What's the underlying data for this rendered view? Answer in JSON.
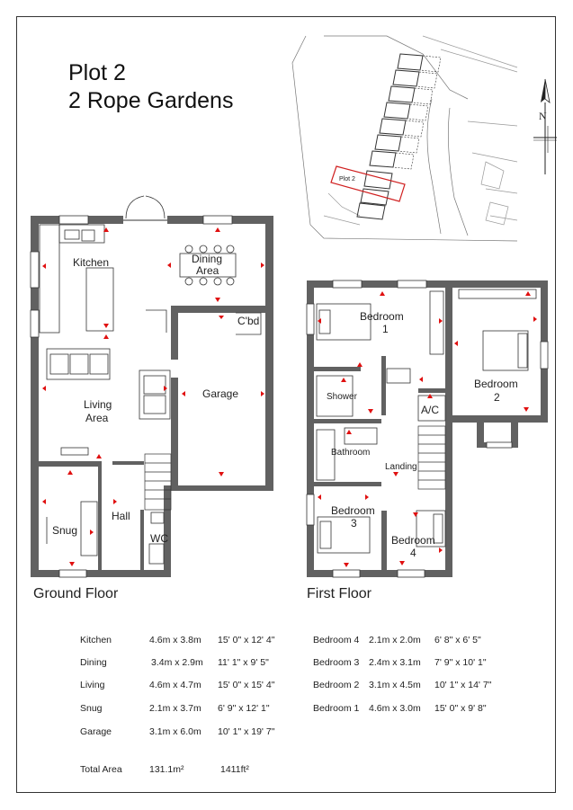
{
  "title": {
    "plot": "Plot 2",
    "address": "2 Rope Gardens"
  },
  "site_plan": {
    "plot_label": "Plot 2",
    "north_label": "N"
  },
  "ground_floor": {
    "label": "Ground Floor",
    "rooms": {
      "kitchen": "Kitchen",
      "dining_1": "Dining",
      "dining_2": "Area",
      "cbd": "C'bd",
      "living_1": "Living",
      "living_2": "Area",
      "garage": "Garage",
      "snug": "Snug",
      "hall": "Hall",
      "wc": "WC"
    }
  },
  "first_floor": {
    "label": "First Floor",
    "rooms": {
      "bed1_1": "Bedroom",
      "bed1_2": "1",
      "bed2_1": "Bedroom",
      "bed2_2": "2",
      "shower": "Shower",
      "ac": "A/C",
      "bathroom": "Bathroom",
      "landing": "Landing",
      "bed3_1": "Bedroom",
      "bed3_2": "3",
      "bed4_1": "Bedroom",
      "bed4_2": "4"
    }
  },
  "schedule_left": [
    {
      "room": "Kitchen",
      "metric": "4.6m x 3.8m",
      "imperial": "15' 0\" x 12' 4\""
    },
    {
      "room": "Dining",
      "metric": "3.4m x 2.9m",
      "imperial": "11' 1\" x 9' 5\""
    },
    {
      "room": "Living",
      "metric": "4.6m x 4.7m",
      "imperial": "15' 0\" x 15' 4\""
    },
    {
      "room": "Snug",
      "metric": "2.1m x 3.7m",
      "imperial": "6' 9\" x 12' 1\""
    },
    {
      "room": "Garage",
      "metric": "3.1m x 6.0m",
      "imperial": "10' 1\" x 19' 7\""
    }
  ],
  "schedule_right": [
    {
      "room": "Bedroom 4",
      "metric": "2.1m x 2.0m",
      "imperial": "6' 8\" x 6' 5\""
    },
    {
      "room": "Bedroom 3",
      "metric": "2.4m x 3.1m",
      "imperial": "7' 9\" x 10' 1\""
    },
    {
      "room": "Bedroom 2",
      "metric": "3.1m x 4.5m",
      "imperial": "10' 1\" x 14' 7\""
    },
    {
      "room": "Bedroom 1",
      "metric": "4.6m x 3.0m",
      "imperial": "15' 0\" x 9' 8\""
    }
  ],
  "total": {
    "label": "Total Area",
    "metric": "131.1m²",
    "imperial": "1411ft²"
  },
  "colors": {
    "wall": "#616161",
    "marker": "#e01010",
    "plot_outline": "#d02020",
    "line": "#333333"
  }
}
